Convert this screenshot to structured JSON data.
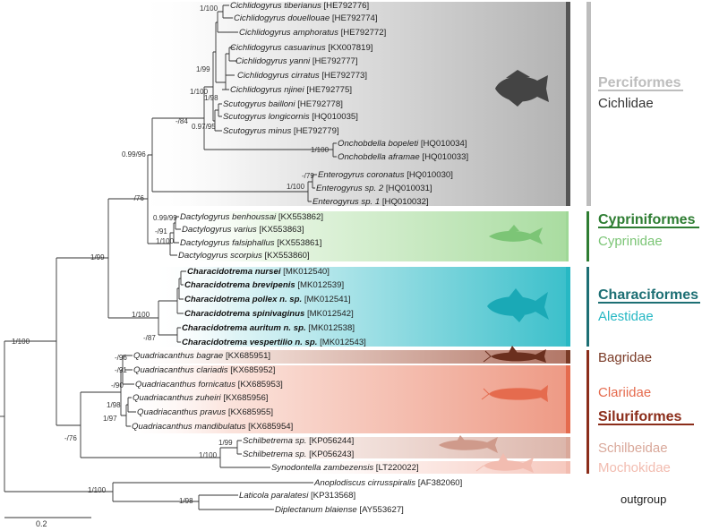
{
  "colors": {
    "perciformes": "#bdbdbd",
    "cichlidae_bar": "#555555",
    "cypriniformes": "#2e7d32",
    "cyprinidae": "#7cc576",
    "characiformes": "#1d6f74",
    "alestidae": "#27b8c4",
    "siluriformes": "#8b2d1a",
    "bagridae": "#7a3a26",
    "clariidae": "#e56b4e",
    "schilbeidae": "#d9a89a",
    "mochokidae": "#f2bcb0",
    "text_dark": "#333333"
  },
  "orders": {
    "perciformes": "Perciformes",
    "cypriniformes": "Cypriniformes",
    "characiformes": "Characiformes",
    "siluriformes": "Siluriformes"
  },
  "families": {
    "cichlidae": "Cichlidae",
    "cyprinidae": "Cyprinidae",
    "alestidae": "Alestidae",
    "bagridae": "Bagridae",
    "clariidae": "Clariidae",
    "schilbeidae": "Schilbeidae",
    "mochokidae": "Mochokidae",
    "outgroup": "outgroup"
  },
  "tips": [
    {
      "name": "Cichlidogyrus tiberianus",
      "acc": "[HE792776]",
      "bold": false
    },
    {
      "name": "Cichlidogyrus douellouae",
      "acc": "[HE792774]",
      "bold": false
    },
    {
      "name": "Cichlidogyrus amphoratus",
      "acc": "[HE792772]",
      "bold": false
    },
    {
      "name": "Cichlidogyrus casuarinus",
      "acc": "[KX007819]",
      "bold": false
    },
    {
      "name": "Cichlidogyrus yanni",
      "acc": "[HE792777]",
      "bold": false
    },
    {
      "name": "Cichlidogyrus cirratus",
      "acc": "[HE792773]",
      "bold": false
    },
    {
      "name": "Cichlidogyrus njinei",
      "acc": "[HE792775]",
      "bold": false
    },
    {
      "name": "Scutogyrus bailloni",
      "acc": "[HE792778]",
      "bold": false
    },
    {
      "name": "Scutogyrus longicornis",
      "acc": "[HQ010035]",
      "bold": false
    },
    {
      "name": "Scutogyrus minus",
      "acc": "[HE792779]",
      "bold": false
    },
    {
      "name": "Onchobdella bopeleti",
      "acc": "[HQ010034]",
      "bold": false
    },
    {
      "name": "Onchobdella aframae",
      "acc": "[HQ010033]",
      "bold": false
    },
    {
      "name": "Enterogyrus coronatus",
      "acc": "[HQ010030]",
      "bold": false
    },
    {
      "name": "Enterogyrus sp. 2",
      "acc": "[HQ010031]",
      "bold": false
    },
    {
      "name": "Enterogyrus sp. 1",
      "acc": "[HQ010032]",
      "bold": false
    },
    {
      "name": "Dactylogyrus benhoussai",
      "acc": "[KX553862]",
      "bold": false
    },
    {
      "name": "Dactylogyrus varius",
      "acc": "[KX553863]",
      "bold": false
    },
    {
      "name": "Dactylogyrus falsiphallus",
      "acc": "[KX553861]",
      "bold": false
    },
    {
      "name": "Dactylogyrus scorpius",
      "acc": "[KX553860]",
      "bold": false
    },
    {
      "name": "Characidotrema nursei",
      "acc": "[MK012540]",
      "bold": true
    },
    {
      "name": "Characidotrema brevipenis",
      "acc": "[MK012539]",
      "bold": true
    },
    {
      "name": "Characidotrema pollex n. sp.",
      "acc": "[MK012541]",
      "bold": true
    },
    {
      "name": "Characidotrema spinivaginus",
      "acc": "[MK012542]",
      "bold": true
    },
    {
      "name": "Characidotrema auritum n. sp.",
      "acc": "[MK012538]",
      "bold": true
    },
    {
      "name": "Characidotrema vespertilio n. sp.",
      "acc": "[MK012543]",
      "bold": true
    },
    {
      "name": "Quadriacanthus bagrae",
      "acc": "[KX685951]",
      "bold": false
    },
    {
      "name": "Quadriacanthus clariadis",
      "acc": "[KX685952]",
      "bold": false
    },
    {
      "name": "Quadriacanthus fornicatus",
      "acc": "[KX685953]",
      "bold": false
    },
    {
      "name": "Quadriacanthus zuheiri",
      "acc": "[KX685956]",
      "bold": false
    },
    {
      "name": "Quadriacanthus pravus",
      "acc": "[KX685955]",
      "bold": false
    },
    {
      "name": "Quadriacanthus mandibulatus",
      "acc": "[KX685954]",
      "bold": false
    },
    {
      "name": "Schilbetrema sp.",
      "acc": "[KP056244]",
      "bold": false
    },
    {
      "name": "Schilbetrema sp.",
      "acc": "[KP056243]",
      "bold": false
    },
    {
      "name": "Synodontella zambezensis",
      "acc": "[LT220022]",
      "bold": false
    },
    {
      "name": "Anoplodiscus cirrusspiralis",
      "acc": "[AF382060]",
      "bold": false
    },
    {
      "name": "Laticola paralatesi",
      "acc": "[KP313568]",
      "bold": false
    },
    {
      "name": "Diplectanum blaiense",
      "acc": "[AY553627]",
      "bold": false
    }
  ],
  "support_values": [
    "1/100",
    "1/99",
    "1/100",
    "1/98",
    "0.97/95",
    "-/84",
    "1/100",
    "0.99/96",
    "-/79",
    "1/100",
    "-/76",
    "0.99/99",
    "-/91",
    "1/100",
    "1/99",
    "1/100",
    "-/87",
    "1/100",
    "-/96",
    "-/91",
    "-/90",
    "1/98",
    "1/97",
    "1/99",
    "1/100",
    "-/76",
    "1/100",
    "1/98"
  ],
  "scale_bar": "0.2"
}
